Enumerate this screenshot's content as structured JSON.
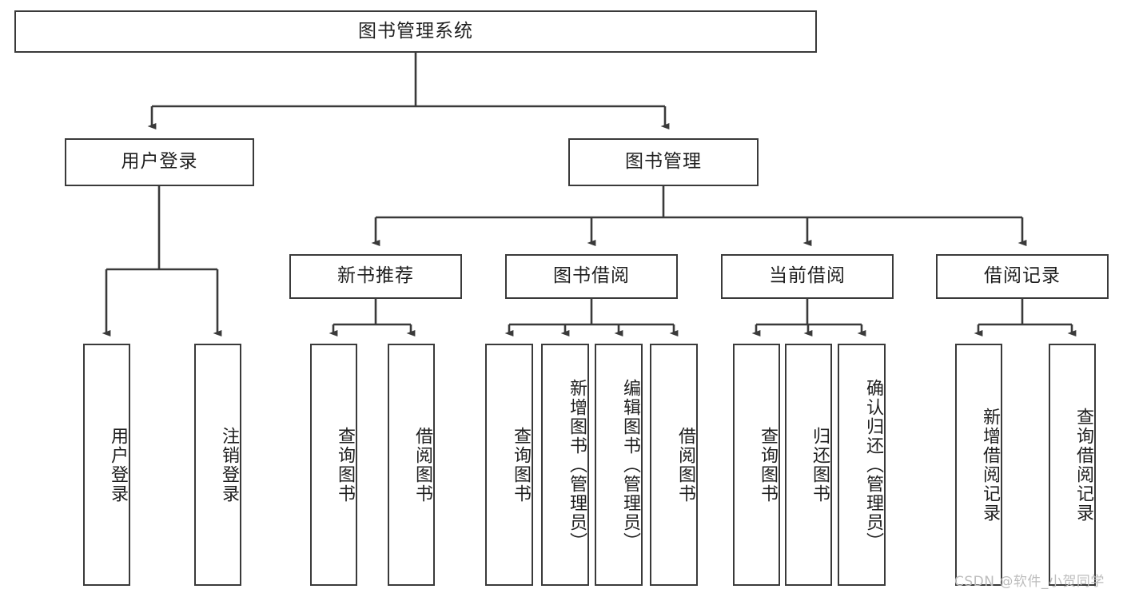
{
  "diagram": {
    "title": "图书管理系统",
    "type": "hierarchy-tree",
    "colors": {
      "stroke": "#3a3a3a",
      "fill": "#ffffff",
      "text": "#1f1f1f",
      "watermark": "#bdbdbd"
    },
    "root": {
      "label": "图书管理系统"
    },
    "level2": [
      {
        "label": "用户登录"
      },
      {
        "label": "图书管理"
      }
    ],
    "level3": [
      {
        "label": "新书推荐"
      },
      {
        "label": "图书借阅"
      },
      {
        "label": "当前借阅"
      },
      {
        "label": "借阅记录"
      }
    ],
    "leaves": {
      "user_login": [
        {
          "label": "用户登录"
        },
        {
          "label": "注销登录"
        }
      ],
      "new_book": [
        {
          "label": "查询图书"
        },
        {
          "label": "借阅图书"
        }
      ],
      "book_borrow": [
        {
          "label": "查询图书"
        },
        {
          "label": "新增图书（管理员）"
        },
        {
          "label": "编辑图书（管理员）"
        },
        {
          "label": "借阅图书"
        }
      ],
      "current_borrow": [
        {
          "label": "查询图书"
        },
        {
          "label": "归还图书"
        },
        {
          "label": "确认归还（管理员）"
        }
      ],
      "borrow_record": [
        {
          "label": "新增借阅记录"
        },
        {
          "label": "查询借阅记录"
        }
      ]
    },
    "watermark": "CSDN @软件_小贺同学"
  }
}
